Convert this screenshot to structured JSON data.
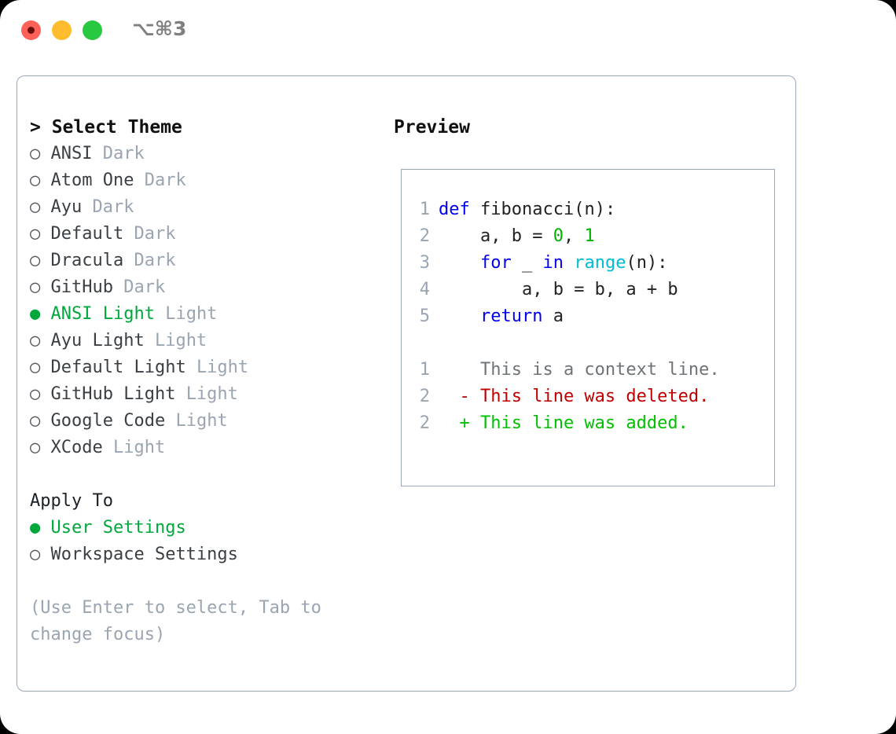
{
  "titlebar": {
    "shortcut": "⌥⌘3",
    "buttons": [
      {
        "name": "close",
        "color": "#ff6057"
      },
      {
        "name": "minimize",
        "color": "#ffbd2e"
      },
      {
        "name": "maximize",
        "color": "#28c840"
      }
    ]
  },
  "theme_picker": {
    "heading": "> Select Theme",
    "bullet_selected": "●",
    "bullet_unselected": "○",
    "accent_color": "#00a83c",
    "variant_color": "#9aa5b1",
    "items": [
      {
        "name": "ANSI",
        "variant": "Dark",
        "selected": false
      },
      {
        "name": "Atom One",
        "variant": "Dark",
        "selected": false
      },
      {
        "name": "Ayu",
        "variant": "Dark",
        "selected": false
      },
      {
        "name": "Default",
        "variant": "Dark",
        "selected": false
      },
      {
        "name": "Dracula",
        "variant": "Dark",
        "selected": false
      },
      {
        "name": "GitHub",
        "variant": "Dark",
        "selected": false
      },
      {
        "name": "ANSI Light",
        "variant": "Light",
        "selected": true
      },
      {
        "name": "Ayu Light",
        "variant": "Light",
        "selected": false
      },
      {
        "name": "Default Light",
        "variant": "Light",
        "selected": false
      },
      {
        "name": "GitHub Light",
        "variant": "Light",
        "selected": false
      },
      {
        "name": "Google Code",
        "variant": "Light",
        "selected": false
      },
      {
        "name": "XCode",
        "variant": "Light",
        "selected": false
      }
    ]
  },
  "apply_to": {
    "heading": "Apply To",
    "items": [
      {
        "name": "User Settings",
        "selected": true
      },
      {
        "name": "Workspace Settings",
        "selected": false
      }
    ]
  },
  "hint": "(Use Enter to select, Tab to change focus)",
  "preview": {
    "heading": "Preview",
    "code": [
      {
        "ln": "1",
        "indent": 0,
        "tokens": [
          {
            "t": "def",
            "c": "kw"
          },
          {
            "t": " ",
            "c": "plain"
          },
          {
            "t": "fibonacci",
            "c": "fn"
          },
          {
            "t": "(n):",
            "c": "plain"
          }
        ]
      },
      {
        "ln": "2",
        "indent": 4,
        "tokens": [
          {
            "t": "a, b = ",
            "c": "plain"
          },
          {
            "t": "0",
            "c": "num"
          },
          {
            "t": ", ",
            "c": "plain"
          },
          {
            "t": "1",
            "c": "num"
          }
        ]
      },
      {
        "ln": "3",
        "indent": 4,
        "tokens": [
          {
            "t": "for",
            "c": "kw"
          },
          {
            "t": " _ ",
            "c": "plain"
          },
          {
            "t": "in",
            "c": "kw"
          },
          {
            "t": " ",
            "c": "plain"
          },
          {
            "t": "range",
            "c": "builtin"
          },
          {
            "t": "(n):",
            "c": "plain"
          }
        ]
      },
      {
        "ln": "4",
        "indent": 8,
        "tokens": [
          {
            "t": "a, b = b, a + b",
            "c": "plain"
          }
        ]
      },
      {
        "ln": "5",
        "indent": 4,
        "tokens": [
          {
            "t": "return",
            "c": "kw"
          },
          {
            "t": " a",
            "c": "plain"
          }
        ]
      }
    ],
    "diff": [
      {
        "ln": "1",
        "marker": " ",
        "text": "This is a context line.",
        "kind": "context"
      },
      {
        "ln": "2",
        "marker": "-",
        "text": "This line was deleted.",
        "kind": "deleted"
      },
      {
        "ln": "2",
        "marker": "+",
        "text": "This line was added.",
        "kind": "added"
      }
    ],
    "colors": {
      "keyword": "#0000ee",
      "number": "#00b300",
      "builtin": "#00bcd4",
      "linenumber": "#9aa5b1",
      "context": "#6e7377",
      "deleted": "#c00000",
      "added": "#00c000"
    }
  }
}
